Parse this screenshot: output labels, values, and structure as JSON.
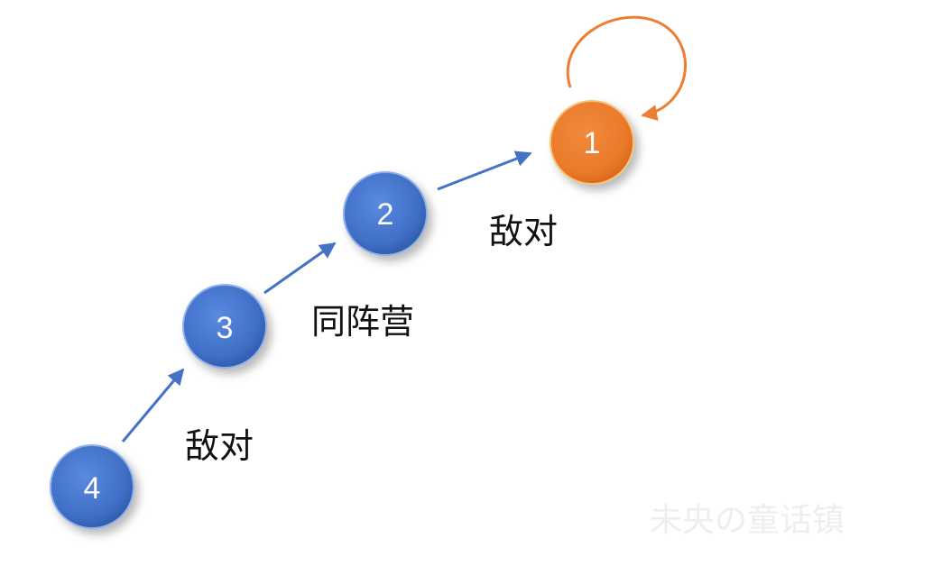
{
  "nodes": [
    {
      "id": "1",
      "label": "1",
      "color": "#ed7d31"
    },
    {
      "id": "2",
      "label": "2",
      "color": "#4472c4"
    },
    {
      "id": "3",
      "label": "3",
      "color": "#4472c4"
    },
    {
      "id": "4",
      "label": "4",
      "color": "#4472c4"
    }
  ],
  "edges": [
    {
      "from": "4",
      "to": "3",
      "label": "敌对",
      "color": "#4472c4"
    },
    {
      "from": "3",
      "to": "2",
      "label": "同阵营",
      "color": "#4472c4"
    },
    {
      "from": "2",
      "to": "1",
      "label": "敌对",
      "color": "#4472c4"
    },
    {
      "from": "1",
      "to": "1",
      "label": "",
      "color": "#ed7d31"
    }
  ],
  "watermark": "未央の童话镇"
}
